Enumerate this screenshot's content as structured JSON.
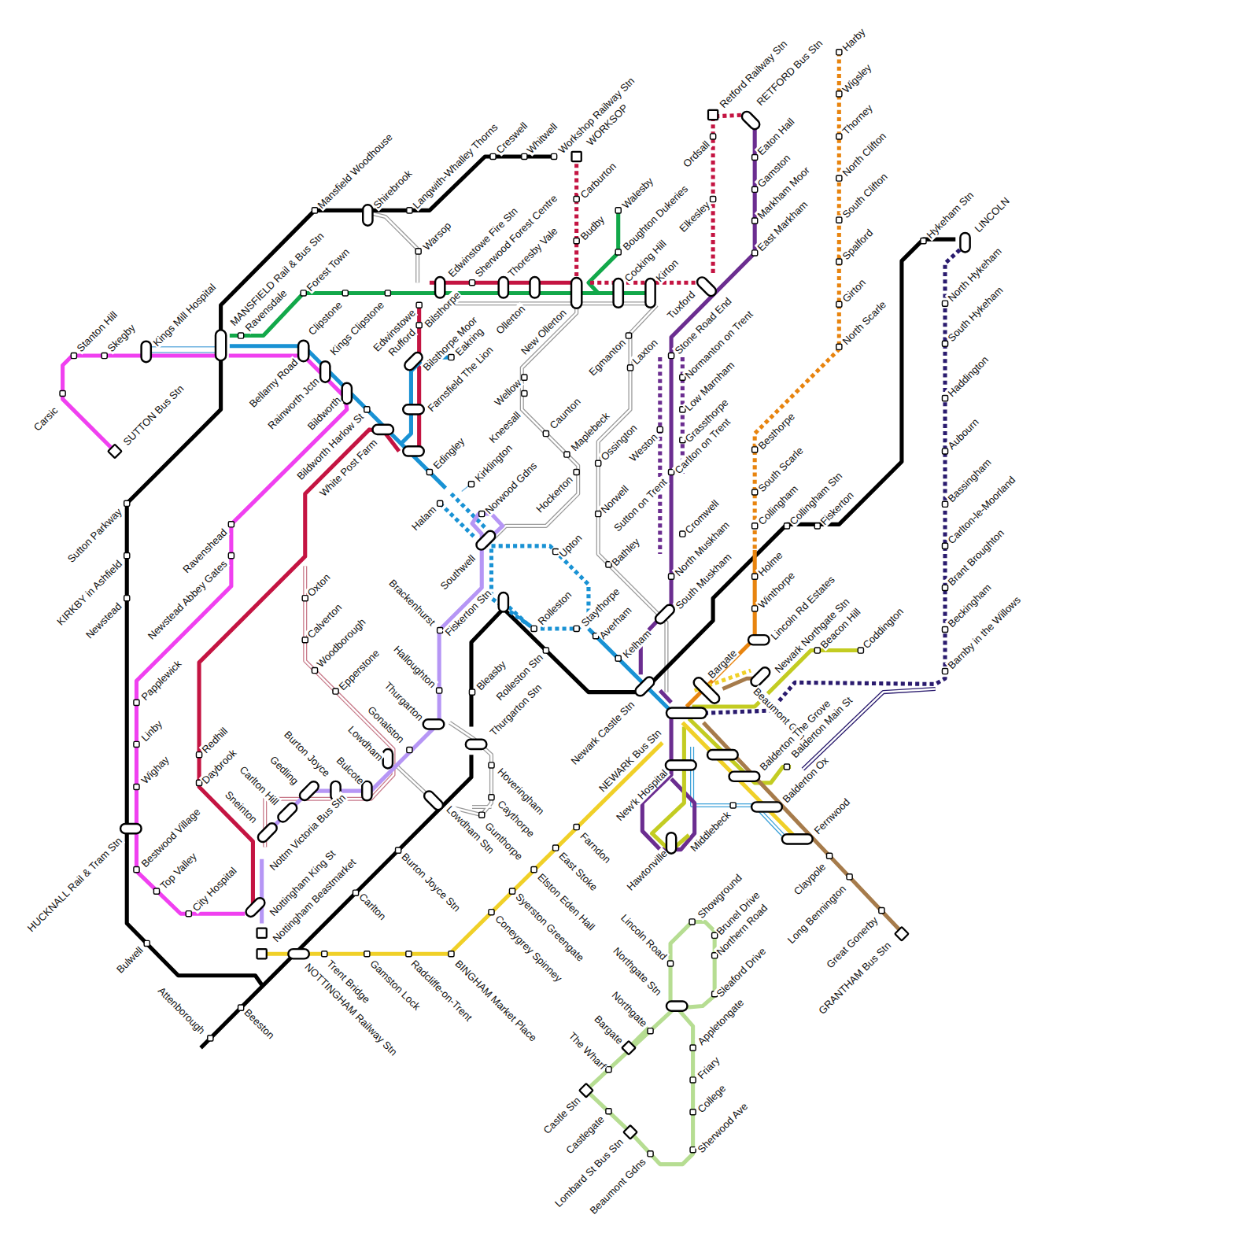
{
  "diagram": {
    "labels": [
      "Stanton Hill",
      "Skegby",
      "Kings Mill Hospital",
      "Carsic",
      "SUTTON Bus Stn",
      "MANSFIELD Rail & Bus Stn",
      "Ravensdale",
      "Mansfield Woodhouse",
      "Shirebrook",
      "Langwith-Whalley Thorns",
      "Warsop",
      "Creswell",
      "Whitwell",
      "Workshop Railway Stn",
      "WORKSOP",
      "Carburton",
      "Budby",
      "Walesby",
      "Boughton Dukeries",
      "Cocking Hill",
      "Kirton",
      "Ordsall",
      "Elkesley",
      "Retford Railway Stn",
      "RETFORD Bus Stn",
      "Eaton Hall",
      "Gamston",
      "Markham Moor",
      "East Markham",
      "Harby",
      "Wigsley",
      "Thorney",
      "North Clifton",
      "South Clifton",
      "Spalford",
      "Girton",
      "North Scarle",
      "Hykeham Stn",
      "LINCOLN",
      "North Hykeham",
      "South Hykeham",
      "Haddington",
      "Aubourn",
      "Bassingham",
      "Carlton-le-Moorland",
      "Brant Broughton",
      "Beckingham",
      "Barnby in the Willows",
      "Forest Town",
      "Clipstone",
      "Kings Clipstone",
      "Edwinstowe",
      "Edwinstowe Fire Stn",
      "Sherwood Forest Centre",
      "Thoresby Vale",
      "Ollerton",
      "New Ollerton",
      "Rufford",
      "Bilsthorpe",
      "Eakring",
      "Bilsthorpe Moor",
      "Farnsfield The Lion",
      "Edingley",
      "Bellamy Road",
      "Rainworth Jctn",
      "Bildworth",
      "Bildworth Harlow St",
      "White Post Farm",
      "Kirklington",
      "Norwood Gdns",
      "Halam",
      "Southwell",
      "Brackenhurst",
      "Halloughton",
      "Thurgarton",
      "Gonalston",
      "Lowdham",
      "Fiskerton Stn",
      "Bleasby",
      "Thurgarton Stn",
      "Rolleston Stn",
      "Rolleston",
      "Upton",
      "Staythorpe",
      "Averham",
      "Kelham",
      "Hockerton",
      "Maplebeck",
      "Caunton",
      "Kneesall",
      "Wellow",
      "Egmanton",
      "Laxton",
      "Ossington",
      "Norwell",
      "Bathley",
      "Weston",
      "Sutton on Trent",
      "Tuxford",
      "Stone Road End",
      "Normanton on Trent",
      "Low Marnham",
      "Grassthorpe",
      "Carlton on Trent",
      "Cromwell",
      "North Muskham",
      "South Muskham",
      "Besthorpe",
      "South Scarle",
      "Collingham",
      "Holme",
      "Winthorpe",
      "Lincoln Rd Estates",
      "Newark Northgate Stn",
      "Collingham Stn",
      "Fiskerton",
      "Beacon Hill",
      "Coddington",
      "Bargate",
      "Beaumont Gdns",
      "Balderton The Grove",
      "Balderton Main St",
      "Balderton Ox",
      "Fernwood",
      "Claypole",
      "Long Bennington",
      "Great Gonerby",
      "GRANTHAM Bus Stn",
      "Showground",
      "Brunel Drive",
      "Northern Road",
      "Sleaford Drive",
      "Appletongate",
      "Friary",
      "College",
      "Sherwood Ave",
      "Lincoln Road",
      "Northgate Stn",
      "Northgate",
      "Bargate",
      "The Wharf",
      "Castle Stn",
      "Castlegate",
      "Lombard St Bus Stn",
      "Beaumont Gdns",
      "Middlebeck",
      "Hawtonville",
      "New'k Hospital",
      "NEWARK Bus Stn",
      "Newark Castle Stn",
      "Sutton Parkway",
      "KIRKBY in Ashfield",
      "Newstead",
      "HUCKNALL Rail & Tram Stn",
      "Bulwell",
      "Attenborough",
      "Beeston",
      "Ravenshead",
      "Newstead Abbey Gates",
      "Papplewick",
      "Linby",
      "Wighay",
      "Bestwood Village",
      "Top Valley",
      "City Hospital",
      "Redhill",
      "Daybrook",
      "Oxton",
      "Calverton",
      "Woodborough",
      "Epperstone",
      "Burton Joyce",
      "Gedling",
      "Carlton Hill",
      "Sneinton",
      "Bulcote",
      "Nottm Victoria Bus Stn",
      "Nottingham King St",
      "Nottingham Beastmarket",
      "NOTTINGHAM Railway Stn",
      "Trent Bridge",
      "Gamston Lock",
      "Radcliffe-on-Trent",
      "BINGHAM Market Place",
      "Coneygrey Spinney",
      "Syerston Greengate",
      "Elston Eden Hall",
      "East Stoke",
      "Farndon",
      "Carlton",
      "Burton Joyce Stn",
      "Lowdham Stn",
      "Hoveringham",
      "Caythorpe",
      "Gunthorpe"
    ]
  }
}
